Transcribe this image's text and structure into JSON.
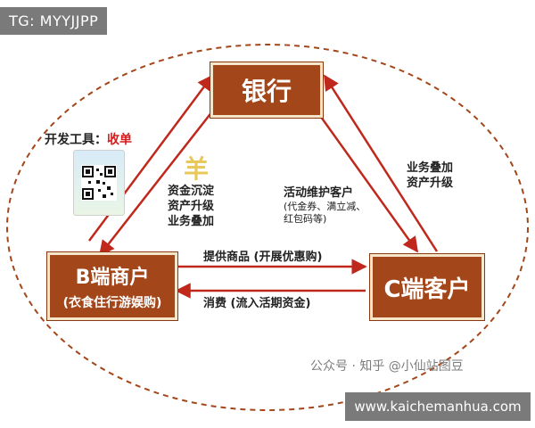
{
  "tag": "TG: MYYJJPP",
  "nodes": {
    "bank": "银行",
    "b_merchant": "B端商户",
    "b_merchant_sub": "(衣食住行游娱购)",
    "c_client": "C端客户"
  },
  "dev_tools": {
    "prefix": "开发工具：",
    "highlight": "收单"
  },
  "left_edge_labels": [
    "资金沉淀",
    "资产升级",
    "业务叠加"
  ],
  "middle_labels": {
    "title": "活动维护客户",
    "detail": [
      "(代金券、满立减、",
      "红包码等)"
    ]
  },
  "right_edge_labels": [
    "业务叠加",
    "资产升级"
  ],
  "top_arrow_label": "提供商品 (开展优惠购)",
  "bottom_arrow_label": "消费 (流入活期资金)",
  "watermark": "公众号 · 知乎 @小仙站图豆",
  "url": "www.kaichemanhua.com",
  "colors": {
    "box": "#a3471a",
    "arrow": "#c0281b",
    "ellipse": "#a3471a",
    "highlight": "#d41c1c"
  }
}
